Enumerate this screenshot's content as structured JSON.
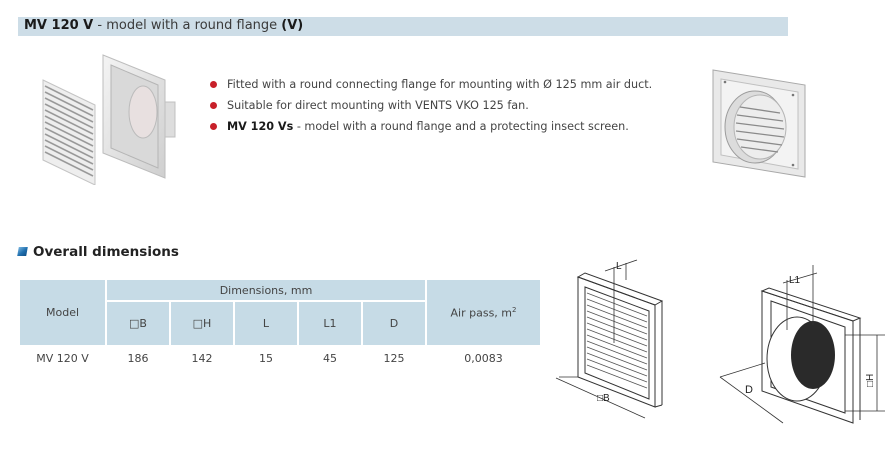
{
  "header": {
    "model": "MV 120 V",
    "description": " - model with a round flange ",
    "suffix": "(V)",
    "background": "#cddde7"
  },
  "features": [
    {
      "text": "Fitted with a round connecting flange for mounting with Ø 125 mm air duct."
    },
    {
      "text": "Suitable for direct mounting with  VENTS VKO 125 fan."
    },
    {
      "bold": "MV 120 Vs",
      "text": " - model with a round flange and a protecting insect screen."
    }
  ],
  "bullet_color": "#c8202a",
  "images": {
    "left_photo": "grille-and-flange-exploded-photo",
    "right_photo": "round-flange-grille-photo"
  },
  "section": {
    "title": "Overall dimensions"
  },
  "table": {
    "header_color": "#c6dbe6",
    "model_header": "Model",
    "group_header": "Dimensions, mm",
    "airpass_header": "Air pass, m",
    "airpass_sup": "2",
    "columns": [
      "□B",
      "□H",
      "L",
      "L1",
      "D"
    ],
    "rows": [
      {
        "model": "MV 120 V",
        "B": "186",
        "H": "142",
        "L": "15",
        "L1": "45",
        "D": "125",
        "air_pass": "0,0083"
      }
    ]
  },
  "drawings": {
    "front": {
      "labels": {
        "L": "L",
        "B": "□B"
      }
    },
    "side": {
      "labels": {
        "L1": "L1",
        "D": "D",
        "H": "□H"
      }
    }
  }
}
